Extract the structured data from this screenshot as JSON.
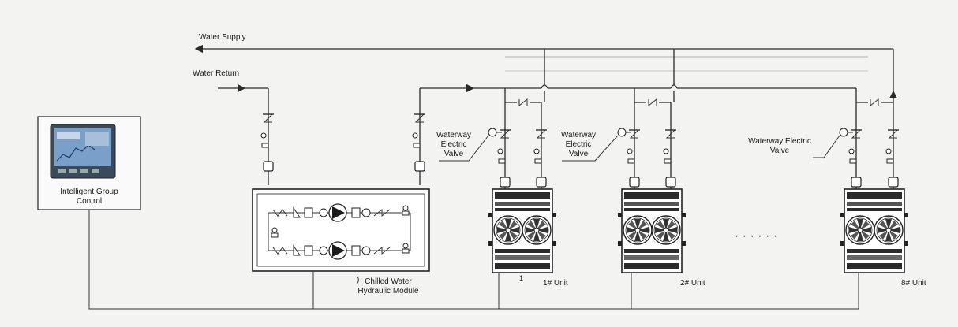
{
  "labels": {
    "water_supply": "Water Supply",
    "water_return": "Water Return",
    "intelligent_control_line1": "Intelligent Group",
    "intelligent_control_line2": "Control",
    "hydraulic_line1": "Chilled Water",
    "hydraulic_line2": "Hydraulic Module",
    "ev1_line1": "Waterway",
    "ev1_line2": "Electric",
    "ev1_line3": "Valve",
    "ev2_line1": "Waterway",
    "ev2_line2": "Electric",
    "ev2_line3": "Valve",
    "ev3_line1": "Waterway Electric",
    "ev3_line2": "Valve",
    "unit1": "1# Unit",
    "unit2": "2# Unit",
    "unit8": "8# Unit",
    "ellipsis": "· · · · · ·"
  },
  "colors": {
    "line": "#2a2a2a",
    "background": "#f3f3f1",
    "screen_blue": "#7a9fc8"
  },
  "icons": {
    "hmi": "touch-panel-icon",
    "pump": "pump-icon",
    "check_valve": "check-valve-icon",
    "gauge": "gauge-icon",
    "fan": "fan-icon",
    "electric_valve": "electric-valve-icon"
  }
}
